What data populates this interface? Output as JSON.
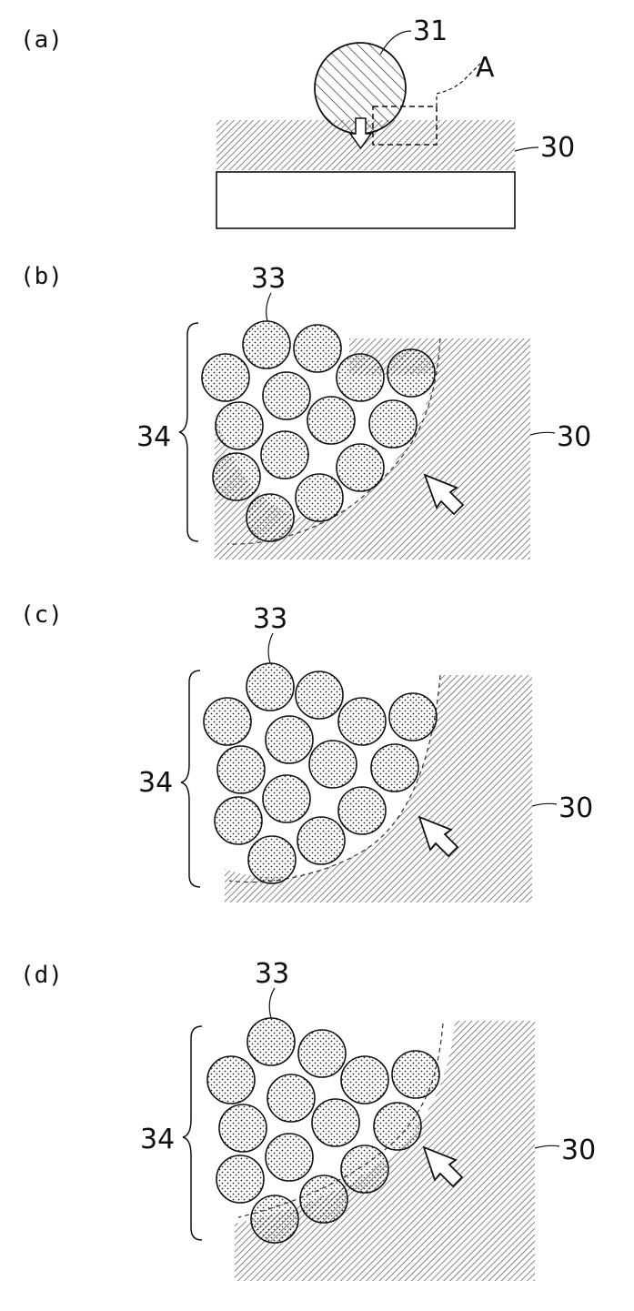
{
  "panels": {
    "a": {
      "label": "(a)",
      "ref_ball": "31",
      "ref_region": "A",
      "ref_layer": "30"
    },
    "b": {
      "label": "(b)",
      "ref_particle": "33",
      "ref_group": "34",
      "ref_layer": "30"
    },
    "c": {
      "label": "(c)",
      "ref_particle": "33",
      "ref_group": "34",
      "ref_layer": "30"
    },
    "d": {
      "label": "(d)",
      "ref_particle": "33",
      "ref_group": "34",
      "ref_layer": "30"
    }
  },
  "colors": {
    "ink": "#111111",
    "hatch": "#555555",
    "dot": "#222222",
    "background": "#ffffff"
  }
}
